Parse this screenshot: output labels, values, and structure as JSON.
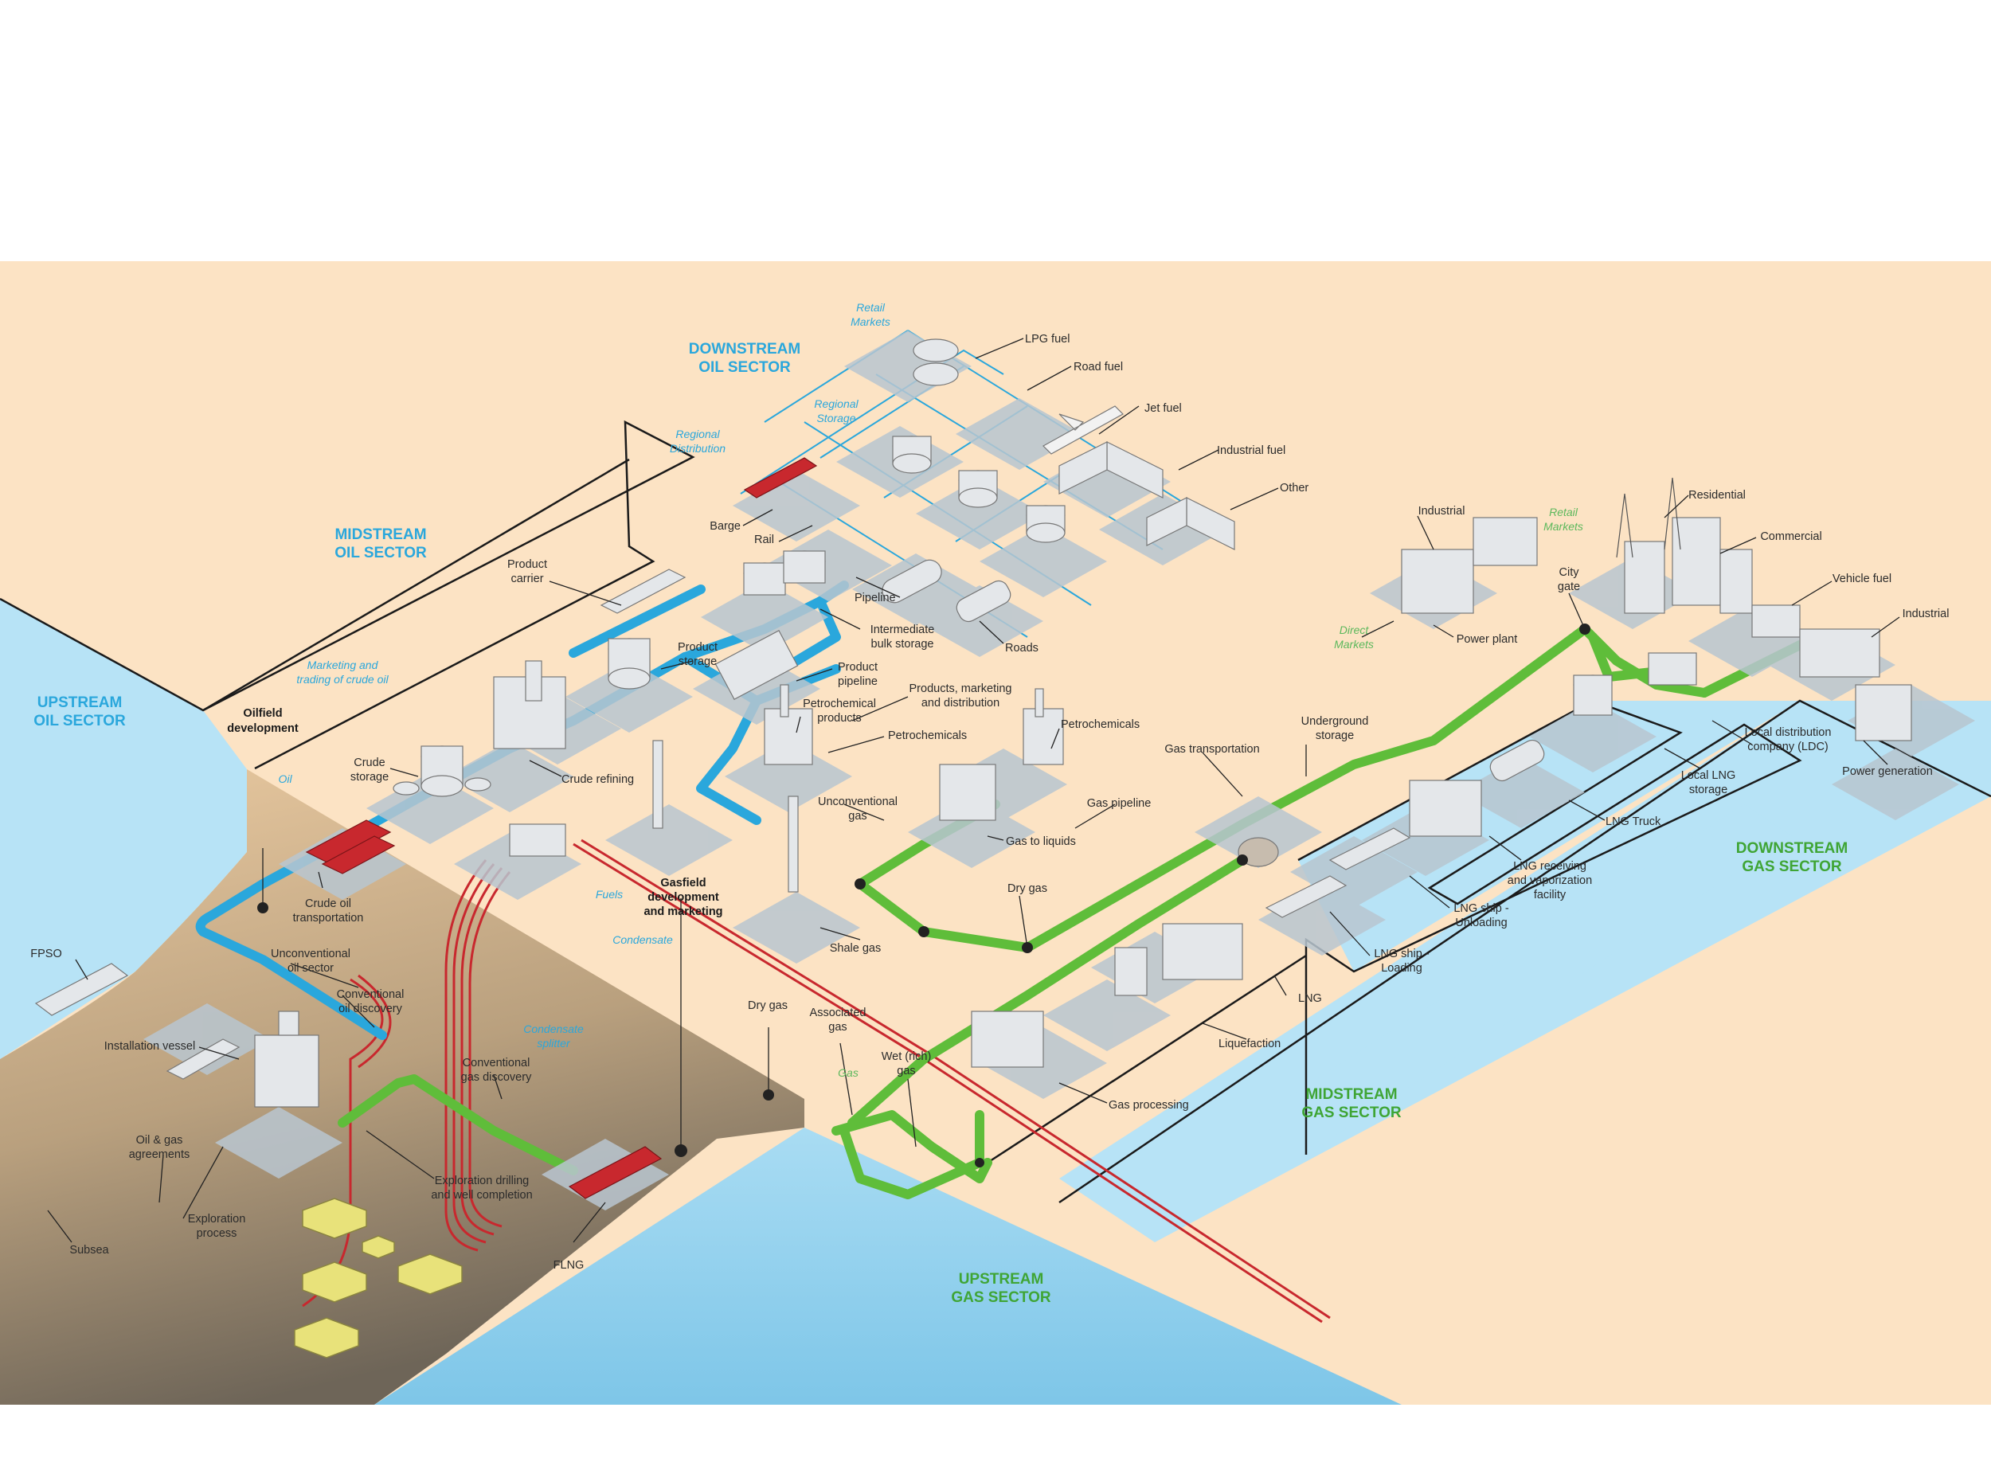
{
  "colors": {
    "land": "#fce3c4",
    "water": "#b7e3f6",
    "oil_pipe": "#2aa7dc",
    "gas_pipe": "#5fbd3a",
    "crude_tanker": "#c8282e",
    "subsea_field": "#e8e27a",
    "pad": "#b8c6d0",
    "oil_sector_text": "#2aa7dc",
    "gas_sector_text": "#3fa535"
  },
  "sectors": {
    "downstream_oil": [
      "DOWNSTREAM",
      "OIL SECTOR"
    ],
    "midstream_oil": [
      "MIDSTREAM",
      "OIL SECTOR"
    ],
    "upstream_oil": [
      "UPSTREAM",
      "OIL SECTOR"
    ],
    "downstream_gas": [
      "DOWNSTREAM",
      "GAS SECTOR"
    ],
    "midstream_gas": [
      "MIDSTREAM",
      "GAS SECTOR"
    ],
    "upstream_gas": [
      "UPSTREAM",
      "GAS SECTOR"
    ]
  },
  "italic_labels": {
    "retail_markets_oil": [
      "Retail",
      "Markets"
    ],
    "regional_storage": [
      "Regional",
      "Storage"
    ],
    "regional_distribution": [
      "Regional",
      "Distribution"
    ],
    "marketing_trading": [
      "Marketing and",
      "trading of crude oil"
    ],
    "oil": [
      "Oil"
    ],
    "fuels": [
      "Fuels"
    ],
    "condensate": [
      "Condensate"
    ],
    "condensate_splitter": [
      "Condensate",
      "splitter"
    ],
    "gas": [
      "Gas"
    ],
    "retail_markets_gas": [
      "Retail",
      "Markets"
    ],
    "direct_markets": [
      "Direct",
      "Markets"
    ]
  },
  "labels": {
    "lpg_fuel": [
      "LPG fuel"
    ],
    "road_fuel": [
      "Road fuel"
    ],
    "jet_fuel": [
      "Jet fuel"
    ],
    "industrial_fuel": [
      "Industrial fuel"
    ],
    "other": [
      "Other"
    ],
    "barge": [
      "Barge"
    ],
    "rail": [
      "Rail"
    ],
    "pipeline": [
      "Pipeline"
    ],
    "intermediate_bulk": [
      "Intermediate",
      "bulk storage"
    ],
    "roads": [
      "Roads"
    ],
    "product_carrier": [
      "Product",
      "carrier"
    ],
    "product_storage": [
      "Product",
      "storage"
    ],
    "product_pipeline": [
      "Product",
      "pipeline"
    ],
    "products_marketing": [
      "Products, marketing",
      "and distribution"
    ],
    "petrochemical_products": [
      "Petrochemical",
      "products"
    ],
    "petrochemicals_1": [
      "Petrochemicals"
    ],
    "petrochemicals_2": [
      "Petrochemicals"
    ],
    "crude_storage": [
      "Crude",
      "storage"
    ],
    "crude_refining": [
      "Crude refining"
    ],
    "crude_oil_transport": [
      "Crude oil",
      "transportation"
    ],
    "unconventional_oil": [
      "Unconventional",
      "oil sector"
    ],
    "conventional_oil": [
      "Conventional",
      "oil discovery"
    ],
    "fpso": [
      "FPSO"
    ],
    "installation_vessel": [
      "Installation vessel"
    ],
    "oil_gas_agreements": [
      "Oil & gas",
      "agreements"
    ],
    "exploration_process": [
      "Exploration",
      "process"
    ],
    "subsea": [
      "Subsea"
    ],
    "exploration_drilling": [
      "Exploration drilling",
      "and well completion"
    ],
    "flng": [
      "FLNG"
    ],
    "conventional_gas": [
      "Conventional",
      "gas discovery"
    ],
    "unconventional_gas": [
      "Unconventional",
      "gas"
    ],
    "gas_to_liquids": [
      "Gas to liquids"
    ],
    "shale_gas": [
      "Shale gas"
    ],
    "dry_gas_upper": [
      "Dry gas"
    ],
    "dry_gas_lower": [
      "Dry gas"
    ],
    "associated_gas": [
      "Associated",
      "gas"
    ],
    "wet_gas": [
      "Wet (rich)",
      "gas"
    ],
    "gas_processing": [
      "Gas processing"
    ],
    "liquefaction": [
      "Liquefaction"
    ],
    "lng": [
      "LNG"
    ],
    "lng_ship_loading": [
      "LNG ship -",
      "Loading"
    ],
    "lng_ship_unloading": [
      "LNG ship -",
      "Unloading"
    ],
    "lng_receiving": [
      "LNG receiving",
      "and vaporization",
      "facility"
    ],
    "lng_truck": [
      "LNG Truck"
    ],
    "local_lng_storage": [
      "Local LNG",
      "storage"
    ],
    "local_distribution": [
      "Local distribution",
      "company (LDC)"
    ],
    "power_generation": [
      "Power generation"
    ],
    "gas_transportation": [
      "Gas transportation"
    ],
    "underground_storage": [
      "Underground",
      "storage"
    ],
    "gas_pipeline": [
      "Gas pipeline"
    ],
    "industrial_left": [
      "Industrial"
    ],
    "power_plant": [
      "Power plant"
    ],
    "city_gate": [
      "City",
      "gate"
    ],
    "residential": [
      "Residential"
    ],
    "commercial": [
      "Commercial"
    ],
    "vehicle_fuel": [
      "Vehicle fuel"
    ],
    "industrial_right": [
      "Industrial"
    ]
  },
  "bold_labels": {
    "oilfield_development": [
      "Oilfield",
      "development"
    ],
    "gasfield_development": [
      "Gasfield",
      "development",
      "and marketing"
    ]
  }
}
